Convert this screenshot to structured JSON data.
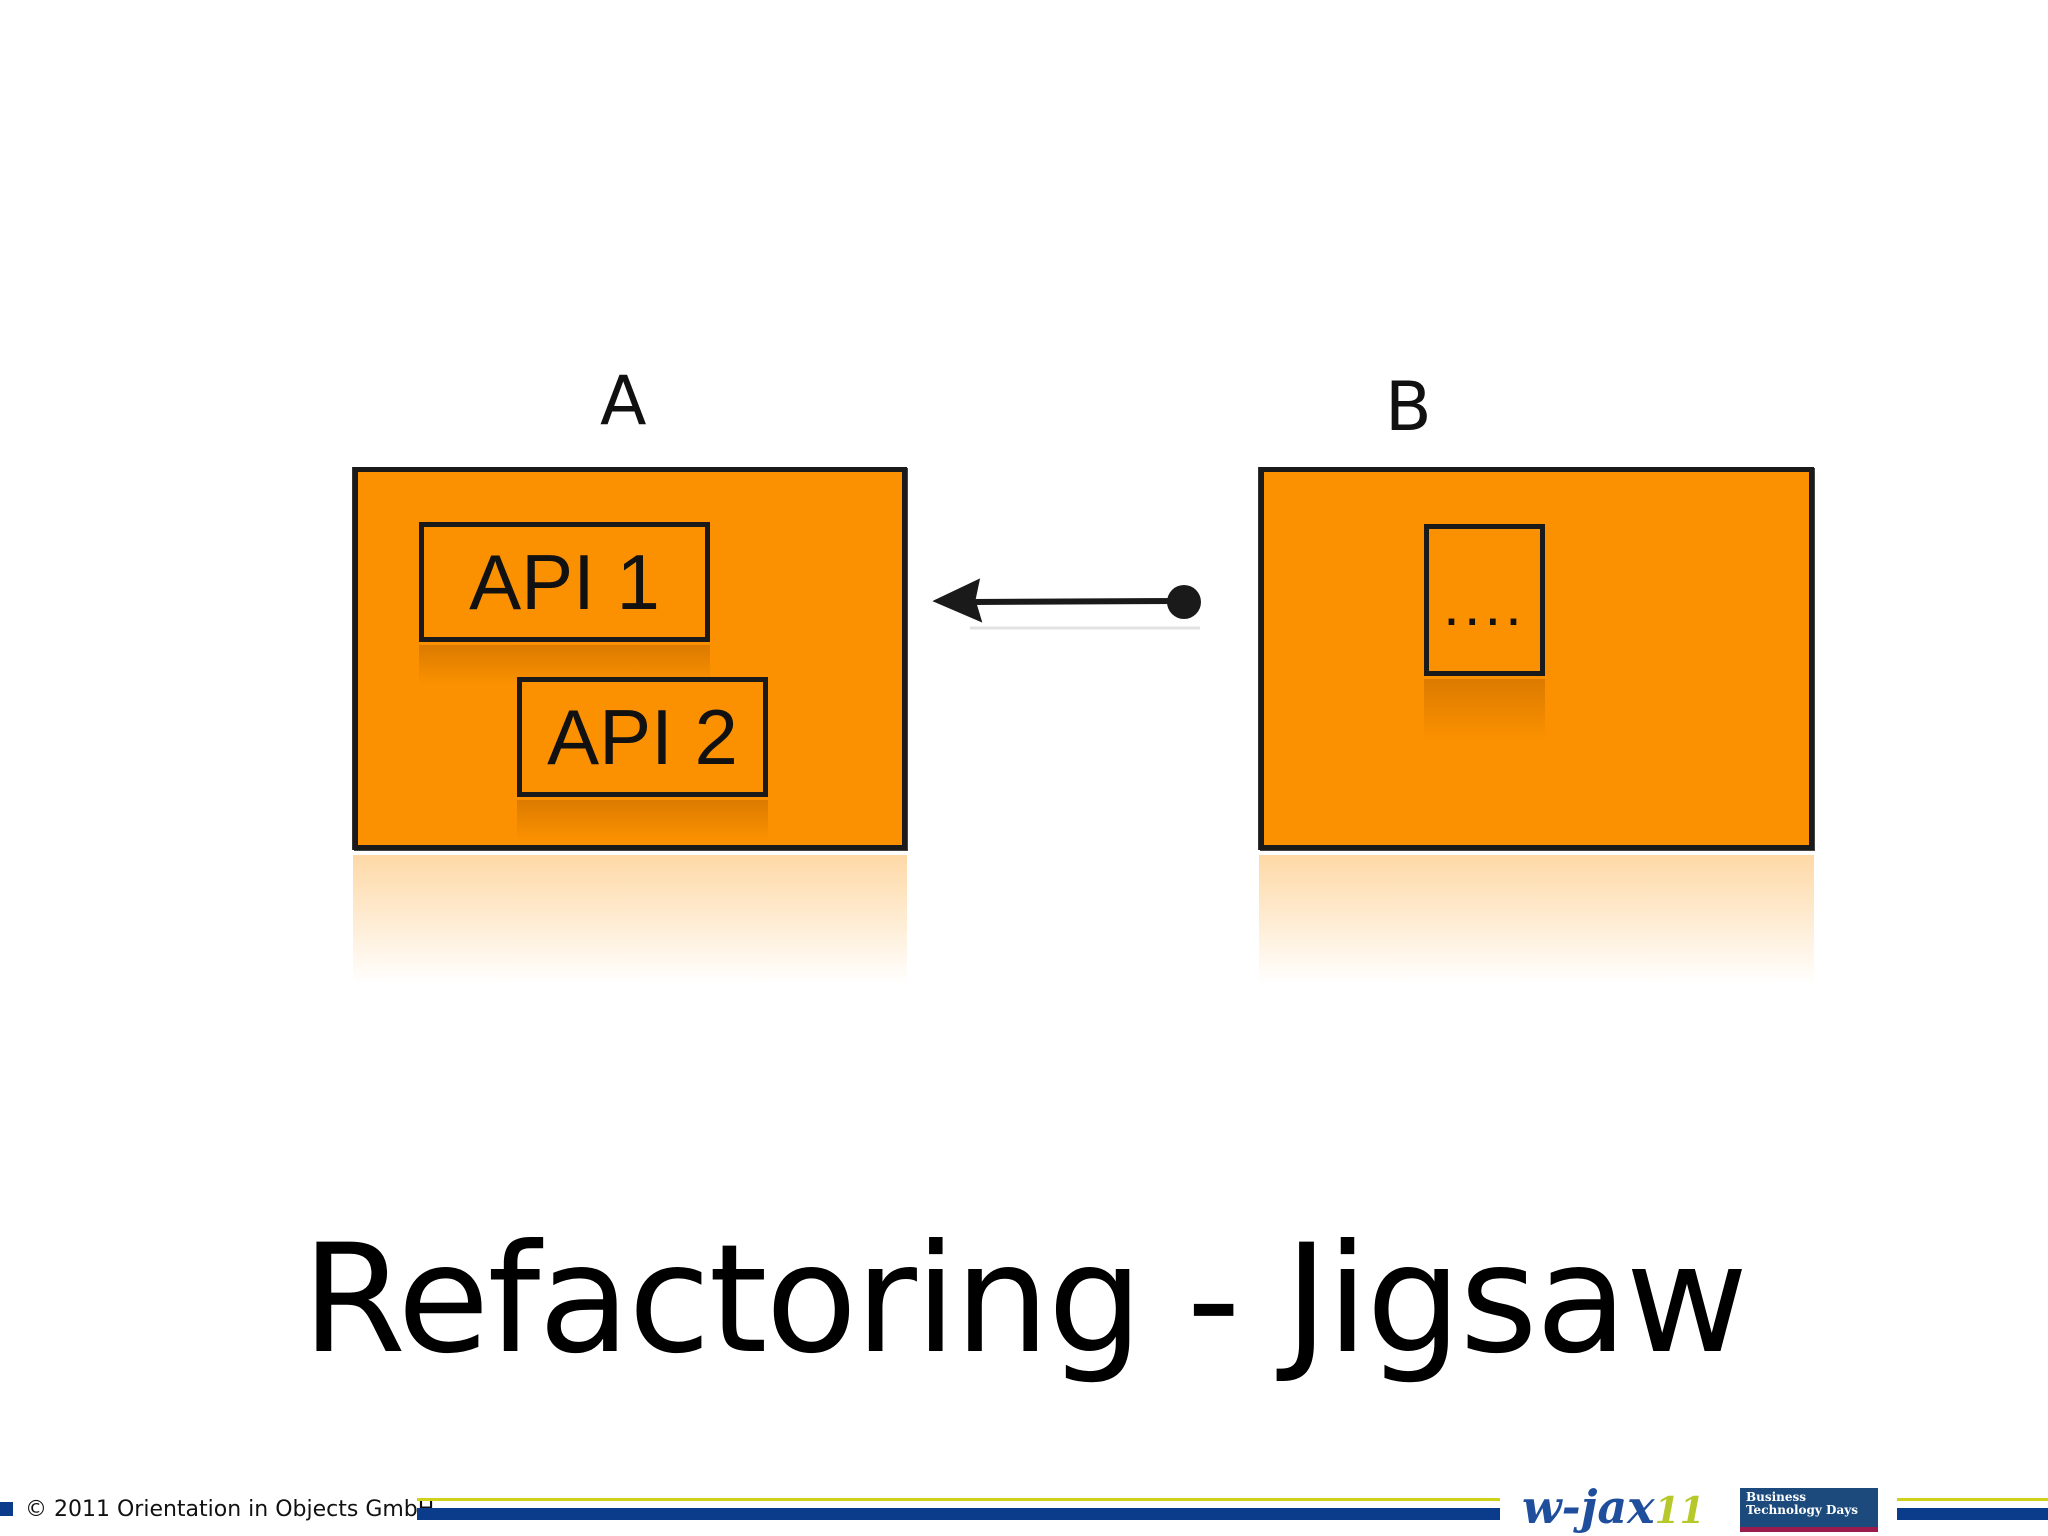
{
  "diagram": {
    "module_a": {
      "label": "A",
      "items": [
        "API 1",
        "API 2"
      ]
    },
    "module_b": {
      "label": "B",
      "items": [
        "...."
      ]
    },
    "colors": {
      "module_fill": "#fb9100",
      "outline": "#1a1a1a"
    }
  },
  "title": "Refactoring - Jigsaw",
  "footer": {
    "copyright": "© 2011 Orientation in Objects GmbH",
    "logos": {
      "wjax_text": "w-jax",
      "wjax_num": "11",
      "btd_line1": "Business",
      "btd_line2": "Technology Days"
    },
    "colors": {
      "bar_blue": "#0b3c8c",
      "bar_yellow": "#cfd21a"
    }
  }
}
